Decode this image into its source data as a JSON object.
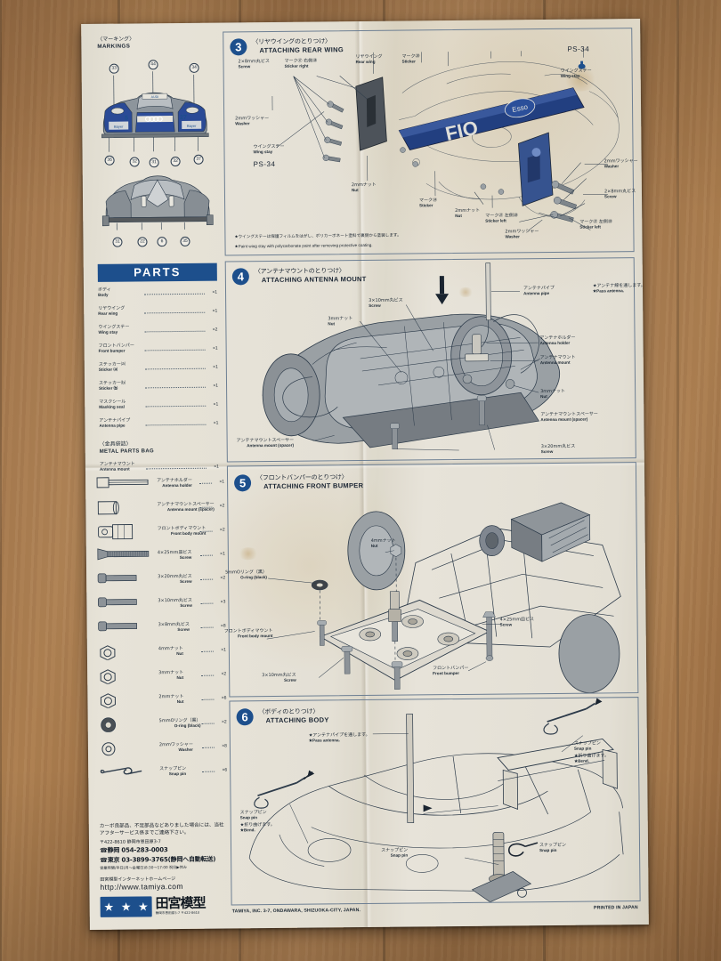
{
  "document": {
    "kind": "tamiya-model-instruction-sheet",
    "printed_in": "PRINTED IN JAPAN",
    "company_footer": "TAMIYA, INC. 3-7, ONDAWARA, SHIZUOKA-CITY, JAPAN."
  },
  "markings": {
    "title_jp": "〈マーキング〉",
    "title_en": "MARKINGS",
    "front_top_numbers": [
      "33",
      "44",
      "34"
    ],
    "front_bottom_numbers": [
      "36",
      "32",
      "31",
      "32",
      "37"
    ],
    "rear_numbers": [
      "31",
      "22",
      "6",
      "35"
    ]
  },
  "parts": {
    "header": "PARTS",
    "items": [
      {
        "jp": "ボディ",
        "en": "Body",
        "qty": "×1"
      },
      {
        "jp": "リヤウイング",
        "en": "Rear wing",
        "qty": "×1"
      },
      {
        "jp": "ウイングステー",
        "en": "Wing stay",
        "qty": "×2"
      },
      {
        "jp": "フロントバンパー",
        "en": "Front bumper",
        "qty": "×1"
      },
      {
        "jp": "ステッカー⒜",
        "en": "Sticker ⒜",
        "qty": "×1"
      },
      {
        "jp": "ステッカー⒝",
        "en": "Sticker ⒝",
        "qty": "×1"
      },
      {
        "jp": "マスクシール",
        "en": "Masking seal",
        "qty": "×1"
      },
      {
        "jp": "アンテナパイプ",
        "en": "Antenna pipe",
        "qty": "×1"
      }
    ],
    "metal_bag_title_jp": "〈金具袋詰〉",
    "metal_bag_title_en": "METAL PARTS BAG",
    "metal_first": {
      "jp": "アンテナマウント",
      "en": "Antenna mount",
      "qty": "×1"
    },
    "metal_items": [
      {
        "jp": "アンテナホルダー",
        "en": "Antenna holder",
        "qty": "×1",
        "icon": "antenna-holder-icon"
      },
      {
        "jp": "アンテナマウントスペーサー",
        "en": "Antenna mount (spacer)",
        "qty": "×2",
        "icon": "spacer-icon"
      },
      {
        "jp": "フロントボディマウント",
        "en": "Front body mount",
        "qty": "×2",
        "icon": "body-mount-icon"
      },
      {
        "jp": "4×25mm皿ビス",
        "en": "Screw",
        "qty": "×1",
        "icon": "flat-head-screw-icon"
      },
      {
        "jp": "3×20mm丸ビス",
        "en": "Screw",
        "qty": "×2",
        "icon": "round-head-screw-icon"
      },
      {
        "jp": "3×10mm丸ビス",
        "en": "Screw",
        "qty": "×3",
        "icon": "round-head-screw-icon"
      },
      {
        "jp": "3×8mm丸ビス",
        "en": "Screw",
        "qty": "×8",
        "icon": "round-head-screw-icon"
      },
      {
        "jp": "4mmナット",
        "en": "Nut",
        "qty": "×1",
        "icon": "nut-icon"
      },
      {
        "jp": "3mmナット",
        "en": "Nut",
        "qty": "×2",
        "icon": "nut-icon"
      },
      {
        "jp": "2mmナット",
        "en": "Nut",
        "qty": "×6",
        "icon": "nut-icon"
      },
      {
        "jp": "5mmOリング（黒）",
        "en": "O-ring (black)",
        "qty": "×2",
        "icon": "o-ring-icon"
      },
      {
        "jp": "2mmワッシャー",
        "en": "Washer",
        "qty": "×8",
        "icon": "washer-icon"
      },
      {
        "jp": "スナップピン",
        "en": "Snap pin",
        "qty": "×6",
        "icon": "snap-pin-icon"
      }
    ]
  },
  "contact": {
    "notice": "カーボ良部品、不足部品などありました場合には、当社アフターサービス係までご連絡下さい。",
    "address": "〒422-8610 静岡市恩田原3-7",
    "tel_shizuoka": "☎静岡 054-283-0003",
    "tel_tokyo": "☎東京 03-3899-3765(静岡へ自動転送)",
    "hours": "営業時間/平日(月〜金曜日)8:30〜17:00 祝日▶休み",
    "web_label": "田宮模型インターネットホームページ",
    "web_url": "http://www.tamiya.com",
    "logo_kanji": "田宮模型",
    "logo_sub": "静岡市恩田原3-7 〒422-8610",
    "logo_stars": [
      "★",
      "★",
      "★"
    ]
  },
  "steps": [
    {
      "number": "3",
      "title_jp": "〈リヤウイングのとりつけ〉",
      "title_en": "ATTACHING REAR WING",
      "paint_code": "PS-34",
      "labels": [
        {
          "jp": "2×8mm丸ビス",
          "en": "Screw"
        },
        {
          "jp": "マーク㊲ 右側㊳",
          "en": "Sticker      right"
        },
        {
          "jp": "リヤウイング",
          "en": "Rear wing"
        },
        {
          "jp": "マーク㉘",
          "en": "Sticker"
        },
        {
          "jp": "ウイングステー",
          "en": "Wing stay"
        },
        {
          "jp": "2mmワッシャー",
          "en": "Washer"
        },
        {
          "jp": "2mmナット",
          "en": "Nut"
        },
        {
          "jp": "マーク㉞",
          "en": "Sticker"
        },
        {
          "jp": "2mmナット",
          "en": "Nut"
        },
        {
          "jp": "マーク㉗ 左側㉘",
          "en": "Sticker      left"
        },
        {
          "jp": "2mmワッシャー",
          "en": "Washer"
        },
        {
          "jp": "2×8mm丸ビス",
          "en": "Screw"
        },
        {
          "jp": "マーク㊲ 左側㊳",
          "en": "Sticker     left"
        },
        {
          "jp": "2mmワッシャー",
          "en": "Washer"
        }
      ],
      "notes": [
        "★ウイングステーは保護フィルムをはがし、ポリカーボネート塗料で裏側から塗装します。",
        "★Paint wing stay with polycarbonate paint after removing protective coating."
      ]
    },
    {
      "number": "4",
      "title_jp": "〈アンテナマウントのとりつけ〉",
      "title_en": "ATTACHING ANTENNA MOUNT",
      "labels": [
        {
          "jp": "3×10mm丸ビス",
          "en": "Screw"
        },
        {
          "jp": "アンテナパイプ",
          "en": "Antenna pipe"
        },
        {
          "jp": "★アンテナ線を通します。",
          "en": "★Pass antenna."
        },
        {
          "jp": "3mmナット",
          "en": "Nut"
        },
        {
          "jp": "アンテナホルダー",
          "en": "Antenna holder"
        },
        {
          "jp": "アンテナマウント",
          "en": "Antenna mount"
        },
        {
          "jp": "3mmナット",
          "en": "Nut"
        },
        {
          "jp": "アンテナマウントスペーサー",
          "en": "Antenna mount (spacer)"
        },
        {
          "jp": "アンテナマウントスペーサー",
          "en": "Antenna mount (spacer)"
        },
        {
          "jp": "3×20mm丸ビス",
          "en": "Screw"
        }
      ]
    },
    {
      "number": "5",
      "title_jp": "〈フロントバンパーのとりつけ〉",
      "title_en": "ATTACHING FRONT BUMPER",
      "labels": [
        {
          "jp": "5mmOリング（黒）",
          "en": "O-ring (black)"
        },
        {
          "jp": "4mmナット",
          "en": "Nut"
        },
        {
          "jp": "フロントボディマウント",
          "en": "Front body mount"
        },
        {
          "jp": "4×25mm皿ビス",
          "en": "Screw"
        },
        {
          "jp": "3×10mm丸ビス",
          "en": "Screw"
        },
        {
          "jp": "フロントバンパー",
          "en": "Front bumper"
        }
      ]
    },
    {
      "number": "6",
      "title_jp": "〈ボディのとりつけ〉",
      "title_en": "ATTACHING BODY",
      "labels": [
        {
          "jp": "スナップピン",
          "en": "Snap pin"
        },
        {
          "jp": "★折り曲げます。",
          "en": "★Bend."
        },
        {
          "jp": "★アンテナパイプを通します。",
          "en": "★Pass antenna."
        },
        {
          "jp": "スナップピン",
          "en": "Snap pin"
        },
        {
          "jp": "★折り曲げます。",
          "en": "★Bend."
        },
        {
          "jp": "スナップピン",
          "en": "Snap pin"
        },
        {
          "jp": "スナップピン",
          "en": "Snap pin"
        }
      ]
    }
  ],
  "colors": {
    "brand_blue": "#1d4f8c",
    "ink": "#2d3b4a",
    "paper": "#e3dfd3",
    "wood": "#a0764a"
  }
}
